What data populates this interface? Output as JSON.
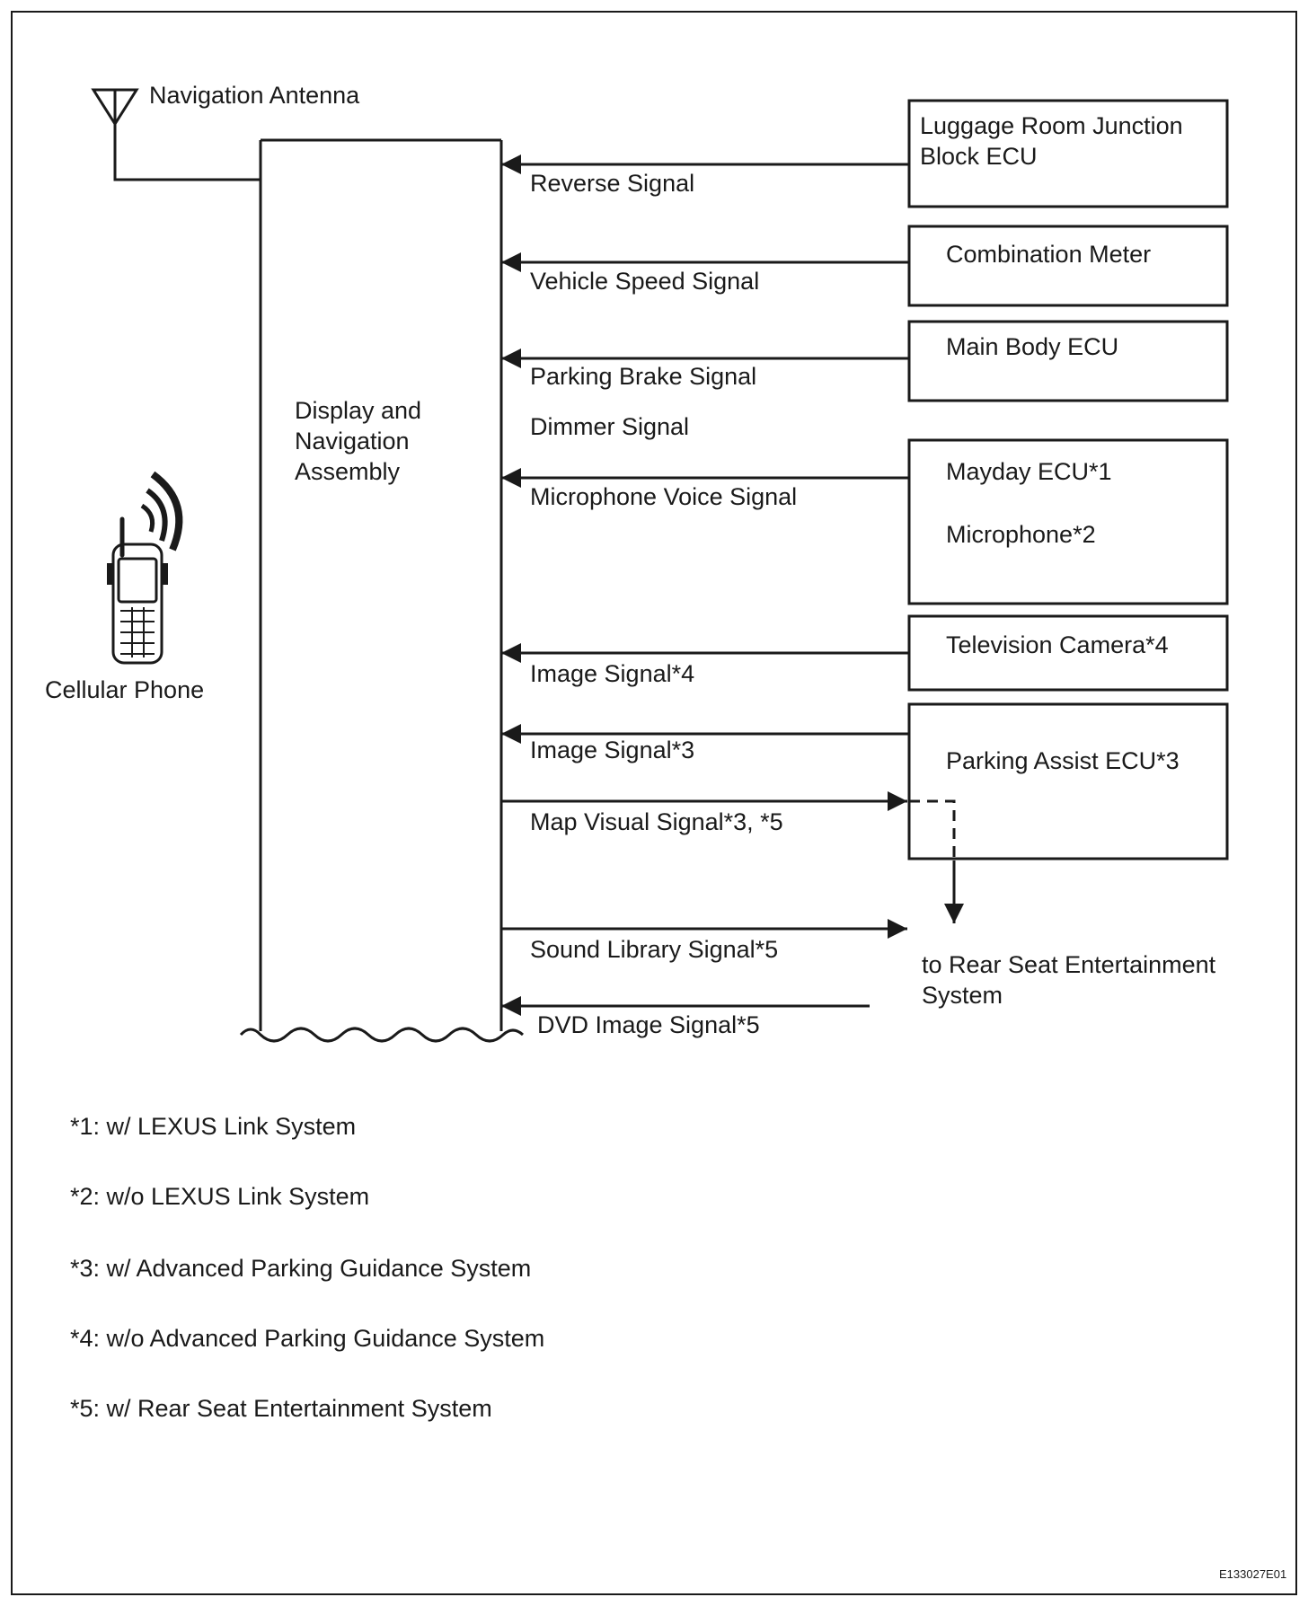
{
  "antenna": {
    "label": "Navigation Antenna"
  },
  "main_unit": {
    "label": "Display and\nNavigation\nAssembly"
  },
  "phone": {
    "label": "Cellular Phone"
  },
  "ecus": {
    "luggage": "Luggage Room Junction\nBlock ECU",
    "combination_meter": "Combination Meter",
    "main_body": "Main Body ECU",
    "mayday": "Mayday ECU*1",
    "microphone": "Microphone*2",
    "tv_camera": "Television Camera*4",
    "parking_assist": "Parking Assist ECU*3",
    "rear_seat": "to Rear Seat Entertainment\nSystem"
  },
  "signals": {
    "reverse": "Reverse Signal",
    "vehicle_speed": "Vehicle Speed Signal",
    "parking_brake": "Parking Brake Signal",
    "dimmer": "Dimmer Signal",
    "microphone_voice": "Microphone Voice Signal",
    "image4": "Image Signal*4",
    "image3": "Image Signal*3",
    "map_visual": "Map Visual Signal*3, *5",
    "sound_library": "Sound Library Signal*5",
    "dvd_image": "DVD Image Signal*5"
  },
  "notes": [
    "*1: w/ LEXUS Link System",
    "*2: w/o LEXUS Link System",
    "*3: w/ Advanced Parking Guidance System",
    "*4: w/o Advanced Parking Guidance System",
    "*5: w/ Rear Seat Entertainment System"
  ],
  "figure_code": "E133027E01",
  "colors": {
    "ink": "#1a1a1a",
    "background": "#ffffff"
  }
}
